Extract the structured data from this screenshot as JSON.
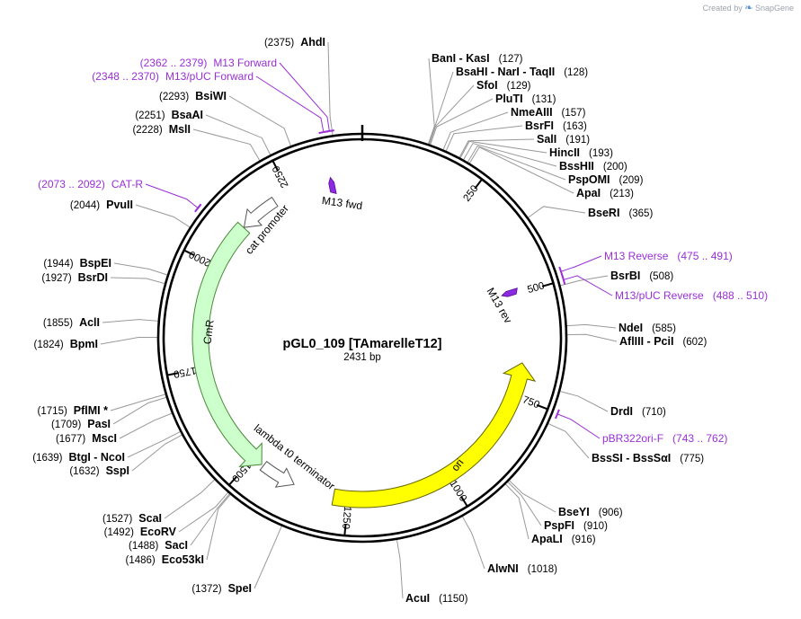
{
  "branding": {
    "created_by": "Created by",
    "app": "SnapGene"
  },
  "plasmid": {
    "name": "pGL0_109 [TAmarelleT12]",
    "size_label": "2431 bp",
    "length": 2431
  },
  "colors": {
    "primer": "#9a2fd6",
    "backbone": "#000000",
    "cmr": "#ccffcc",
    "ori": "#ffff00",
    "site_line": "#999999"
  },
  "ticks": [
    {
      "bp": 250,
      "label": "250"
    },
    {
      "bp": 500,
      "label": "500"
    },
    {
      "bp": 750,
      "label": "750"
    },
    {
      "bp": 1000,
      "label": "1000"
    },
    {
      "bp": 1250,
      "label": "1250"
    },
    {
      "bp": 1500,
      "label": "1500"
    },
    {
      "bp": 1750,
      "label": "1750"
    },
    {
      "bp": 2000,
      "label": "2000"
    },
    {
      "bp": 2250,
      "label": "2250"
    }
  ],
  "features": [
    {
      "name": "CmR",
      "type": "cds",
      "color": "#ccffcc",
      "start": 1475,
      "end": 2113,
      "strand": -1
    },
    {
      "name": "ori",
      "type": "rep_origin",
      "color": "#ffff00",
      "start": 668,
      "end": 1285,
      "strand": -1
    },
    {
      "name": "cat promoter",
      "type": "promoter",
      "start": 2114,
      "end": 2216,
      "strand": -1
    },
    {
      "name": "lambda t0 terminator",
      "type": "terminator",
      "start": 1380,
      "end": 1474,
      "strand": -1
    },
    {
      "name": "M13 fwd",
      "type": "primer_bind",
      "start": 2348,
      "end": 2364,
      "strand": -1
    },
    {
      "name": "M13 rev",
      "type": "primer_bind",
      "start": 486,
      "end": 502,
      "strand": 1
    }
  ],
  "right_labels": [
    {
      "name": "BanI - KasI",
      "pos": "(127)",
      "bp": 127,
      "kind": "enzyme"
    },
    {
      "name": "BsaHI - NarI - TaqII",
      "pos": "(128)",
      "bp": 128,
      "kind": "enzyme"
    },
    {
      "name": "SfoI",
      "pos": "(129)",
      "bp": 129,
      "kind": "enzyme"
    },
    {
      "name": "PluTI",
      "pos": "(131)",
      "bp": 131,
      "kind": "enzyme"
    },
    {
      "name": "NmeAIII",
      "pos": "(157)",
      "bp": 157,
      "kind": "enzyme"
    },
    {
      "name": "BsrFI",
      "pos": "(163)",
      "bp": 163,
      "kind": "enzyme"
    },
    {
      "name": "SalI",
      "pos": "(191)",
      "bp": 191,
      "kind": "enzyme"
    },
    {
      "name": "HincII",
      "pos": "(193)",
      "bp": 193,
      "kind": "enzyme"
    },
    {
      "name": "BssHII",
      "pos": "(200)",
      "bp": 200,
      "kind": "enzyme"
    },
    {
      "name": "PspOMI",
      "pos": "(209)",
      "bp": 209,
      "kind": "enzyme"
    },
    {
      "name": "ApaI",
      "pos": "(213)",
      "bp": 213,
      "kind": "enzyme"
    },
    {
      "name": "BseRI",
      "pos": "(365)",
      "bp": 365,
      "kind": "enzyme"
    },
    {
      "name": "M13 Reverse",
      "pos": "(475 .. 491)",
      "bp": 483,
      "kind": "primer"
    },
    {
      "name": "BsrBI",
      "pos": "(508)",
      "bp": 508,
      "kind": "enzyme"
    },
    {
      "name": "M13/pUC Reverse",
      "pos": "(488 .. 510)",
      "bp": 499,
      "kind": "primer"
    },
    {
      "name": "NdeI",
      "pos": "(585)",
      "bp": 585,
      "kind": "enzyme"
    },
    {
      "name": "AflIII - PciI",
      "pos": "(602)",
      "bp": 602,
      "kind": "enzyme"
    },
    {
      "name": "DrdI",
      "pos": "(710)",
      "bp": 710,
      "kind": "enzyme"
    },
    {
      "name": "pBR322ori-F",
      "pos": "(743 .. 762)",
      "bp": 752,
      "kind": "primer"
    },
    {
      "name": "BssSI - BssSαI",
      "pos": "(775)",
      "bp": 775,
      "kind": "enzyme"
    },
    {
      "name": "BseYI",
      "pos": "(906)",
      "bp": 906,
      "kind": "enzyme"
    },
    {
      "name": "PspFI",
      "pos": "(910)",
      "bp": 910,
      "kind": "enzyme"
    },
    {
      "name": "ApaLI",
      "pos": "(916)",
      "bp": 916,
      "kind": "enzyme"
    },
    {
      "name": "AlwNI",
      "pos": "(1018)",
      "bp": 1018,
      "kind": "enzyme"
    },
    {
      "name": "AcuI",
      "pos": "(1150)",
      "bp": 1150,
      "kind": "enzyme"
    }
  ],
  "left_labels": [
    {
      "name": "AhdI",
      "pos": "(2375)",
      "bp": 2375,
      "kind": "enzyme"
    },
    {
      "name": "M13 Forward",
      "pos": "(2362 .. 2379)",
      "bp": 2370,
      "kind": "primer"
    },
    {
      "name": "M13/pUC Forward",
      "pos": "(2348 .. 2370)",
      "bp": 2359,
      "kind": "primer"
    },
    {
      "name": "BsiWI",
      "pos": "(2293)",
      "bp": 2293,
      "kind": "enzyme"
    },
    {
      "name": "BsaAI",
      "pos": "(2251)",
      "bp": 2251,
      "kind": "enzyme"
    },
    {
      "name": "MslI",
      "pos": "(2228)",
      "bp": 2228,
      "kind": "enzyme"
    },
    {
      "name": "CAT-R",
      "pos": "(2073 .. 2092)",
      "bp": 2082,
      "kind": "primer"
    },
    {
      "name": "PvuII",
      "pos": "(2044)",
      "bp": 2044,
      "kind": "enzyme"
    },
    {
      "name": "BspEI",
      "pos": "(1944)",
      "bp": 1944,
      "kind": "enzyme"
    },
    {
      "name": "BsrDI",
      "pos": "(1927)",
      "bp": 1927,
      "kind": "enzyme"
    },
    {
      "name": "AclI",
      "pos": "(1855)",
      "bp": 1855,
      "kind": "enzyme"
    },
    {
      "name": "BpmI",
      "pos": "(1824)",
      "bp": 1824,
      "kind": "enzyme"
    },
    {
      "name": "PflMI *",
      "pos": "(1715)",
      "bp": 1715,
      "kind": "enzyme"
    },
    {
      "name": "PasI",
      "pos": "(1709)",
      "bp": 1709,
      "kind": "enzyme"
    },
    {
      "name": "MscI",
      "pos": "(1677)",
      "bp": 1677,
      "kind": "enzyme"
    },
    {
      "name": "BtgI - NcoI",
      "pos": "(1639)",
      "bp": 1639,
      "kind": "enzyme"
    },
    {
      "name": "SspI",
      "pos": "(1632)",
      "bp": 1632,
      "kind": "enzyme"
    },
    {
      "name": "ScaI",
      "pos": "(1527)",
      "bp": 1527,
      "kind": "enzyme"
    },
    {
      "name": "EcoRV",
      "pos": "(1492)",
      "bp": 1492,
      "kind": "enzyme"
    },
    {
      "name": "SacI",
      "pos": "(1488)",
      "bp": 1488,
      "kind": "enzyme"
    },
    {
      "name": "Eco53kI",
      "pos": "(1486)",
      "bp": 1486,
      "kind": "enzyme"
    },
    {
      "name": "SpeI",
      "pos": "(1372)",
      "bp": 1372,
      "kind": "enzyme"
    }
  ]
}
